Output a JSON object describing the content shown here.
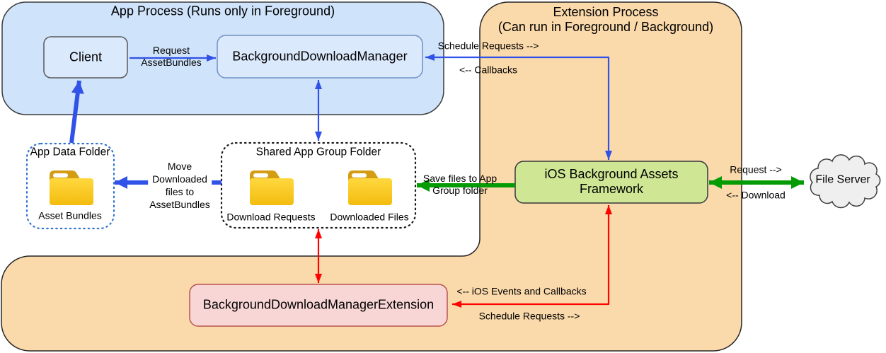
{
  "diagram": {
    "app_process": {
      "title": "App Process (Runs only in Foreground)",
      "client_label": "Client",
      "manager_label": "BackgroundDownloadManager"
    },
    "extension_process": {
      "title_line1": "Extension Process",
      "title_line2": "(Can run in Foreground / Background)",
      "framework_line1": "iOS Background Assets",
      "framework_line2": "Framework",
      "extension_manager_label": "BackgroundDownloadManagerExtension"
    },
    "app_data_folder": {
      "title": "App Data Folder",
      "folder_label": "Asset Bundles"
    },
    "shared_app_group_folder": {
      "title": "Shared App Group Folder",
      "folder_labels": [
        "Download Requests",
        "Downloaded Files"
      ]
    },
    "file_server": {
      "label": "File Server"
    },
    "edges": {
      "request_assetbundles": [
        "Request",
        "AssetBundles"
      ],
      "schedule_requests_top": "Schedule Requests -->",
      "callbacks": "<-- Callbacks",
      "move_downloaded": [
        "Move",
        "Downloaded",
        "files to",
        "AssetBundles"
      ],
      "save_files": [
        "Save files to App",
        "Group folder"
      ],
      "request": "Request -->",
      "download": "<-- Download",
      "ios_events_callbacks": "<-- iOS Events and Callbacks",
      "schedule_requests_bottom": "Schedule Requests -->"
    },
    "icons": {
      "folder": "folder-icon",
      "cloud": "cloud-shape"
    },
    "colors": {
      "app_process_fill": "#cfe3fa",
      "app_process_border": "#3b3b3b",
      "node_blue_fill": "#dbe9fd",
      "client_border": "#58595b",
      "manager_border": "#7191c4",
      "extension_fill": "#fad9ab",
      "extension_border": "#262626",
      "framework_fill": "#cfe795",
      "framework_border": "#36393d",
      "extension_manager_fill": "#f9d6d6",
      "extension_manager_border": "#b85450",
      "cloud_fill": "#efefef",
      "cloud_border": "#3f3f3f",
      "app_data_border": "#3273cf",
      "shared_border": "#1a1a1a",
      "arrow_blue": "#3152e8",
      "arrow_red": "#fe0100",
      "arrow_green": "#049b04",
      "folder_tab": "#d49c12",
      "folder_body_top": "#ffd83e",
      "folder_body_bottom": "#f3bc0f",
      "folder_slot": "#ffffff"
    }
  }
}
